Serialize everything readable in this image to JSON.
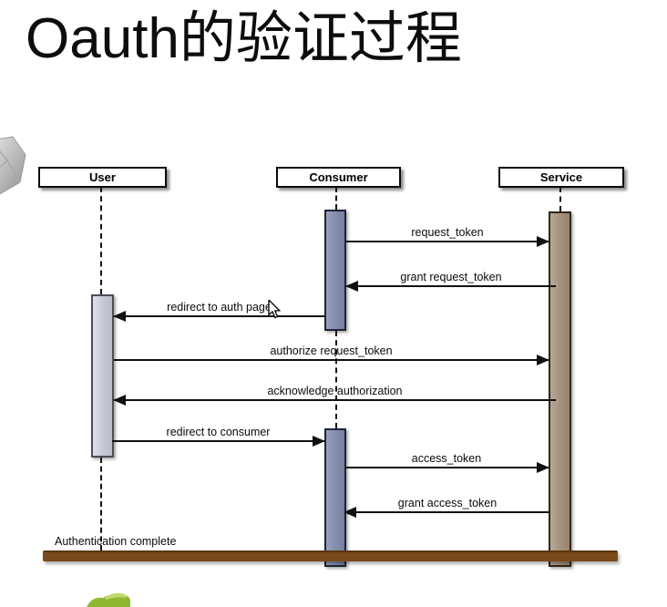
{
  "title": "Oauth的验证过程",
  "diagram": {
    "actors": [
      {
        "label": "User"
      },
      {
        "label": "Consumer"
      },
      {
        "label": "Service"
      }
    ],
    "messages": [
      {
        "label": "request_token",
        "from": "Consumer",
        "to": "Service"
      },
      {
        "label": "grant request_token",
        "from": "Service",
        "to": "Consumer"
      },
      {
        "label": "redirect to auth page",
        "from": "Consumer",
        "to": "User"
      },
      {
        "label": "authorize request_token",
        "from": "User",
        "to": "Service"
      },
      {
        "label": "acknowledge authorization",
        "from": "Service",
        "to": "User"
      },
      {
        "label": "redirect to consumer",
        "from": "User",
        "to": "Consumer"
      },
      {
        "label": "access_token",
        "from": "Consumer",
        "to": "Service"
      },
      {
        "label": "grant access_token",
        "from": "Service",
        "to": "Consumer"
      }
    ],
    "footer": {
      "label": "Authentication complete"
    },
    "colors": {
      "user_bar": "#c9cbd8",
      "consumer_bar": "#8890ae",
      "service_bar": "#a89581",
      "separator_bar": "#7a4a1c"
    }
  }
}
